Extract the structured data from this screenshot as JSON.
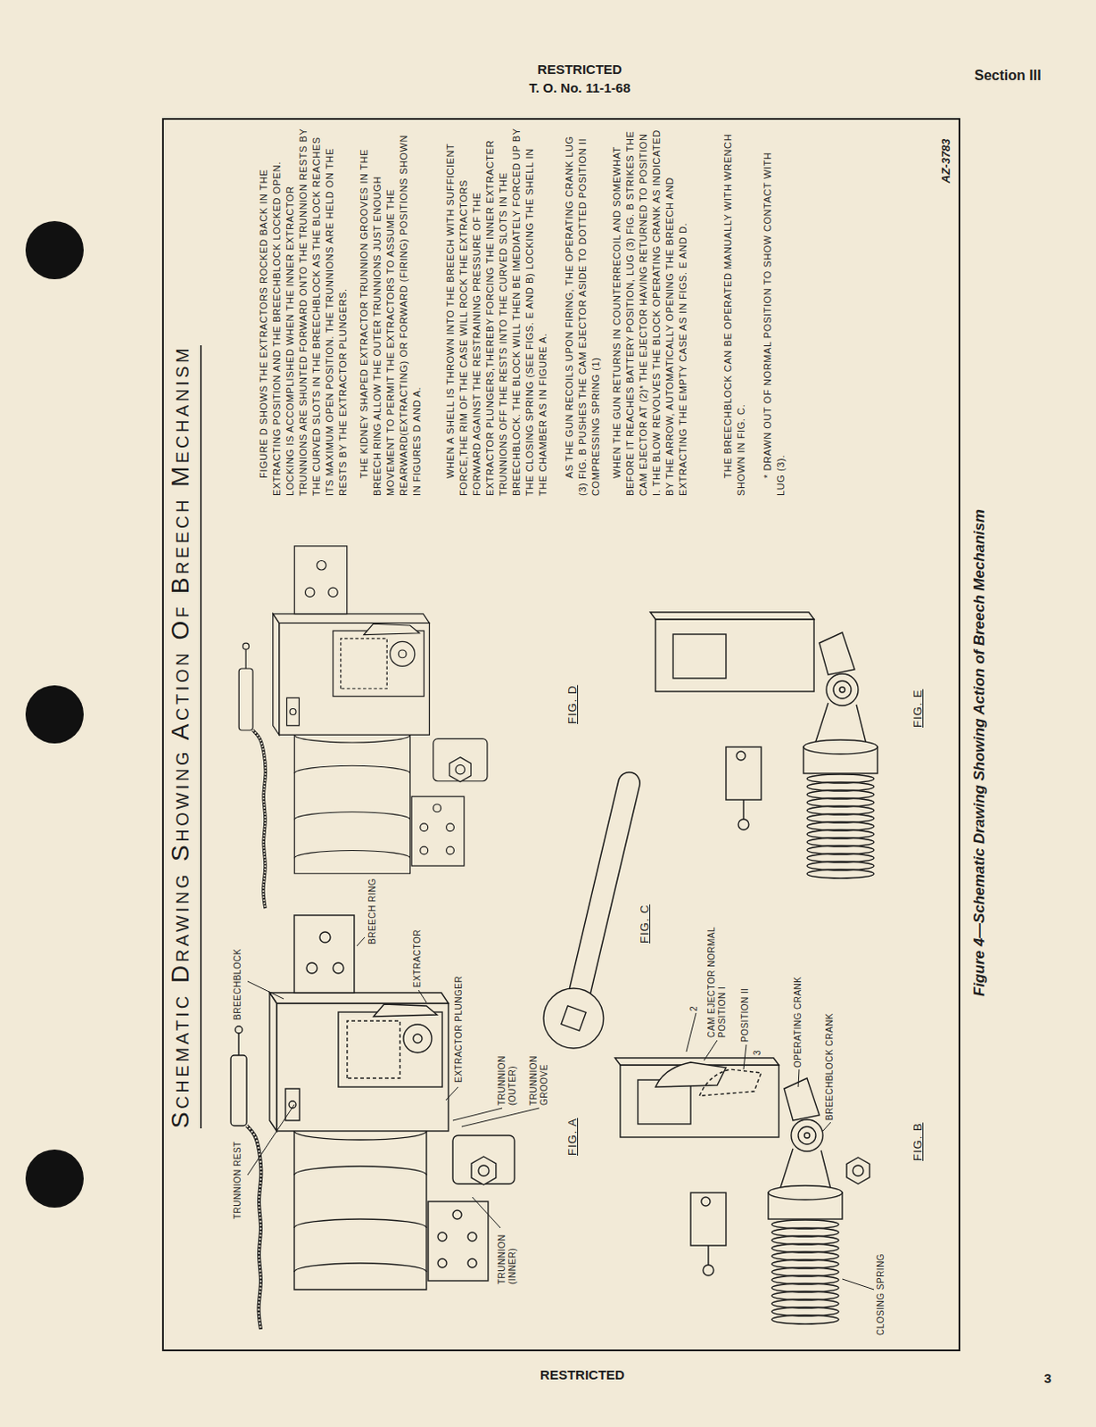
{
  "diagram": {
    "title": "Schematic Drawing Showing Action Of Breech Mechanism",
    "caption": "Figure 4—Schematic Drawing Showing Action of Breech Mechanism",
    "labels": [
      "RESTRICTED",
      "T. O. No. 11-1-68",
      "Section III",
      "AZ-3783",
      "FIGURE D SHOWS THE EXTRACTORS ROCKED BACK IN THE EXTRACTING POSITION AND THE BREECHBLOCK LOCKED OPEN. LOCKING IS ACCOMPLISHED WHEN THE INNER EXTRACTOR TRUNNIONS ARE SHUNTED FORWARD ONTO THE TRUNNION RESTS BY THE CURVED SLOTS IN THE BREECHBLOCK AS THE BLOCK REACHES ITS MAXIMUM OPEN POSITION. THE TRUNNIONS ARE HELD ON THE RESTS BY THE EXTRACTOR PLUNGERS.",
      "THE KIDNEY SHAPED EXTRACTOR TRUNNION GROOVES IN THE BREECH RING ALLOW THE OUTER TRUNNIONS JUST ENOUGH MOVEMENT TO PERMIT THE EXTRACTORS TO ASSUME THE REARWARD(EXTRACTING) OR FORWARD (FIRING) POSITIONS SHOWN IN FIGURES D AND A.",
      "WHEN A SHELL IS THROWN INTO THE BREECH WITH SUFFICIENT FORCE,THE RIM OF THE CASE WILL ROCK THE EXTRACTORS FORWARD AGAINST THE RESTRAINING PRESSURE OF THE EXTRACTOR PLUNGERS,THEREBY FORCING THE INNER EXTRACTER TRUNNIONS OFF THE RESTS INTO THE CURVED SLOTS IN THE BREECHBLOCK. THE BLOCK WILL THEN BE IMEDIATELY FORCED UP BY THE CLOSING SPRING (SEE FIGS. E AND B) LOCKING THE SHELL IN THE CHAMBER AS IN FIGURE A.",
      "AS THE GUN RECOILS UPON FIRING, THE OPERATING CRANK LUG (3) FIG. B PUSHES THE CAM EJECTOR ASIDE TO DOTTED POSITION II COMPRESSING SPRING (1)",
      "WHEN THE GUN RETURNS IN COUNTERRECOIL AND SOMEWHAT BEFORE IT REACHES BATTERY POSITION, LUG (3) FIG. B STRIKES THE CAM EJECTOR AT (2)* THE EJECTOR HAVING RETURNED TO POSITION I. THE BLOW REVOLVES THE BLOCK OPERATING CRANK AS INDICATED BY THE ARROW, AUTOMATICALLY OPENING THE BREECH AND EXTRACTING THE EMPTY CASE AS IN FIGS. E AND D.",
      "THE BREECHBLOCK CAN BE OPERATED MANUALLY WITH WRENCH SHOWN IN FIG. C.",
      "* DRAWN OUT OF NORMAL POSITION TO SHOW CONTACT WITH LUG (3).",
      "BREECHBLOCK",
      "BREECH RING",
      "EXTRACTOR",
      "EXTRACTOR PLUNGER",
      "TRUNNION (OUTER)",
      "TRUNNION GROOVE",
      "TRUNNION REST",
      "TRUNNION (INNER)",
      "FIG. A",
      "FIG. C",
      "CAM EJECTOR NORMAL POSITION I",
      "POSITION II",
      "3",
      "2",
      "OPERATING CRANK",
      "BREECHBLOCK CRANK",
      "CLOSING SPRING",
      "FIG. B",
      "FIG. D",
      "FIG. E",
      "RESTRICTED",
      "3"
    ]
  }
}
